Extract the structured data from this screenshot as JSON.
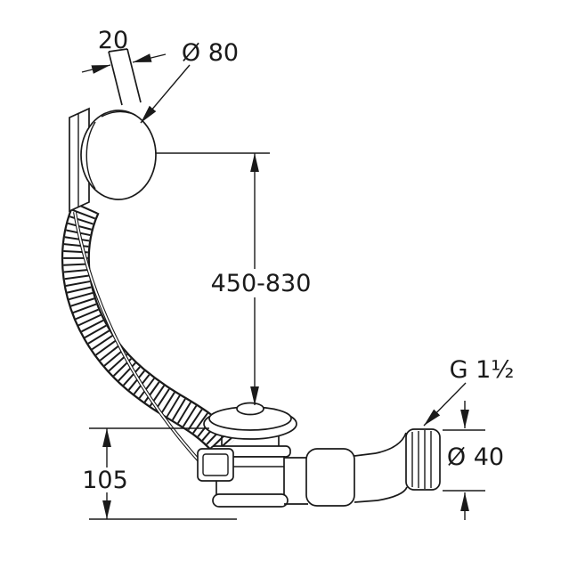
{
  "drawing": {
    "type": "technical-dimension-diagram",
    "subject": "Bath waste and overflow set with rotary knob, flexible hose and outlet elbow",
    "background_color": "#ffffff",
    "line_color": "#1a1a1a",
    "labels": {
      "knob_width": "20",
      "rosette_diameter": "Ø 80",
      "adjustable_length": "450-830",
      "outlet_thread": "G 1½",
      "outlet_diameter": "Ø 40",
      "waste_height": "105"
    }
  }
}
